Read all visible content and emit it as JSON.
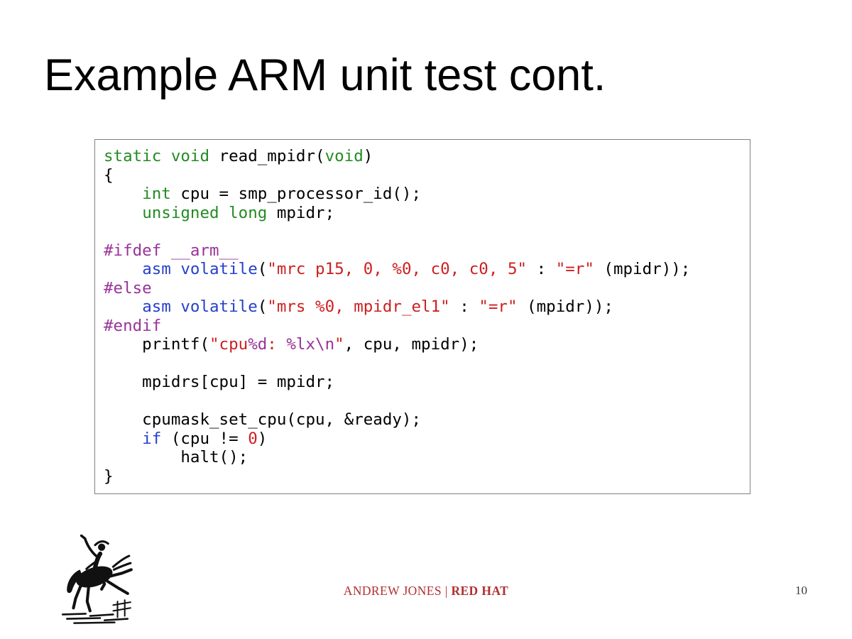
{
  "slide": {
    "title": "Example ARM unit test cont.",
    "page_number": "10",
    "footer": {
      "author": "ANDREW JONES",
      "separator": " | ",
      "brand": "RED HAT"
    }
  },
  "colors": {
    "footer_red": "#b03030",
    "code_border": "#808080"
  },
  "code": {
    "language": "c",
    "colors": {
      "k": "#000000",
      "g": "#228B22",
      "b": "#2540cc",
      "p": "#993399",
      "r": "#cc2020"
    },
    "lines": [
      [
        {
          "t": "static",
          "c": "g"
        },
        {
          "t": " ",
          "c": "k"
        },
        {
          "t": "void",
          "c": "g"
        },
        {
          "t": " read_mpidr(",
          "c": "k"
        },
        {
          "t": "void",
          "c": "g"
        },
        {
          "t": ")",
          "c": "k"
        }
      ],
      [
        {
          "t": "{",
          "c": "k"
        }
      ],
      [
        {
          "t": "    ",
          "c": "k"
        },
        {
          "t": "int",
          "c": "g"
        },
        {
          "t": " cpu = smp_processor_id();",
          "c": "k"
        }
      ],
      [
        {
          "t": "    ",
          "c": "k"
        },
        {
          "t": "unsigned",
          "c": "g"
        },
        {
          "t": " ",
          "c": "k"
        },
        {
          "t": "long",
          "c": "g"
        },
        {
          "t": " mpidr;",
          "c": "k"
        }
      ],
      [],
      [
        {
          "t": "#ifdef __arm__",
          "c": "p"
        }
      ],
      [
        {
          "t": "    ",
          "c": "k"
        },
        {
          "t": "asm",
          "c": "b"
        },
        {
          "t": " ",
          "c": "k"
        },
        {
          "t": "volatile",
          "c": "b"
        },
        {
          "t": "(",
          "c": "k"
        },
        {
          "t": "\"mrc p15, 0, %0, c0, c0, 5\"",
          "c": "r"
        },
        {
          "t": " : ",
          "c": "k"
        },
        {
          "t": "\"=r\"",
          "c": "r"
        },
        {
          "t": " (mpidr));",
          "c": "k"
        }
      ],
      [
        {
          "t": "#else",
          "c": "p"
        }
      ],
      [
        {
          "t": "    ",
          "c": "k"
        },
        {
          "t": "asm",
          "c": "b"
        },
        {
          "t": " ",
          "c": "k"
        },
        {
          "t": "volatile",
          "c": "b"
        },
        {
          "t": "(",
          "c": "k"
        },
        {
          "t": "\"mrs %0, mpidr_el1\"",
          "c": "r"
        },
        {
          "t": " : ",
          "c": "k"
        },
        {
          "t": "\"=r\"",
          "c": "r"
        },
        {
          "t": " (mpidr));",
          "c": "k"
        }
      ],
      [
        {
          "t": "#endif",
          "c": "p"
        }
      ],
      [
        {
          "t": "    printf(",
          "c": "k"
        },
        {
          "t": "\"cpu",
          "c": "r"
        },
        {
          "t": "%d",
          "c": "p"
        },
        {
          "t": ": ",
          "c": "r"
        },
        {
          "t": "%lx",
          "c": "p"
        },
        {
          "t": "\\n",
          "c": "p"
        },
        {
          "t": "\"",
          "c": "r"
        },
        {
          "t": ", cpu, mpidr);",
          "c": "k"
        }
      ],
      [],
      [
        {
          "t": "    mpidrs[cpu] = mpidr;",
          "c": "k"
        }
      ],
      [],
      [
        {
          "t": "    cpumask_set_cpu(cpu, &ready);",
          "c": "k"
        }
      ],
      [
        {
          "t": "    ",
          "c": "k"
        },
        {
          "t": "if",
          "c": "b"
        },
        {
          "t": " (cpu != ",
          "c": "k"
        },
        {
          "t": "0",
          "c": "r"
        },
        {
          "t": ")",
          "c": "k"
        }
      ],
      [
        {
          "t": "        halt();",
          "c": "k"
        }
      ],
      [
        {
          "t": "}",
          "c": "k"
        }
      ]
    ]
  }
}
